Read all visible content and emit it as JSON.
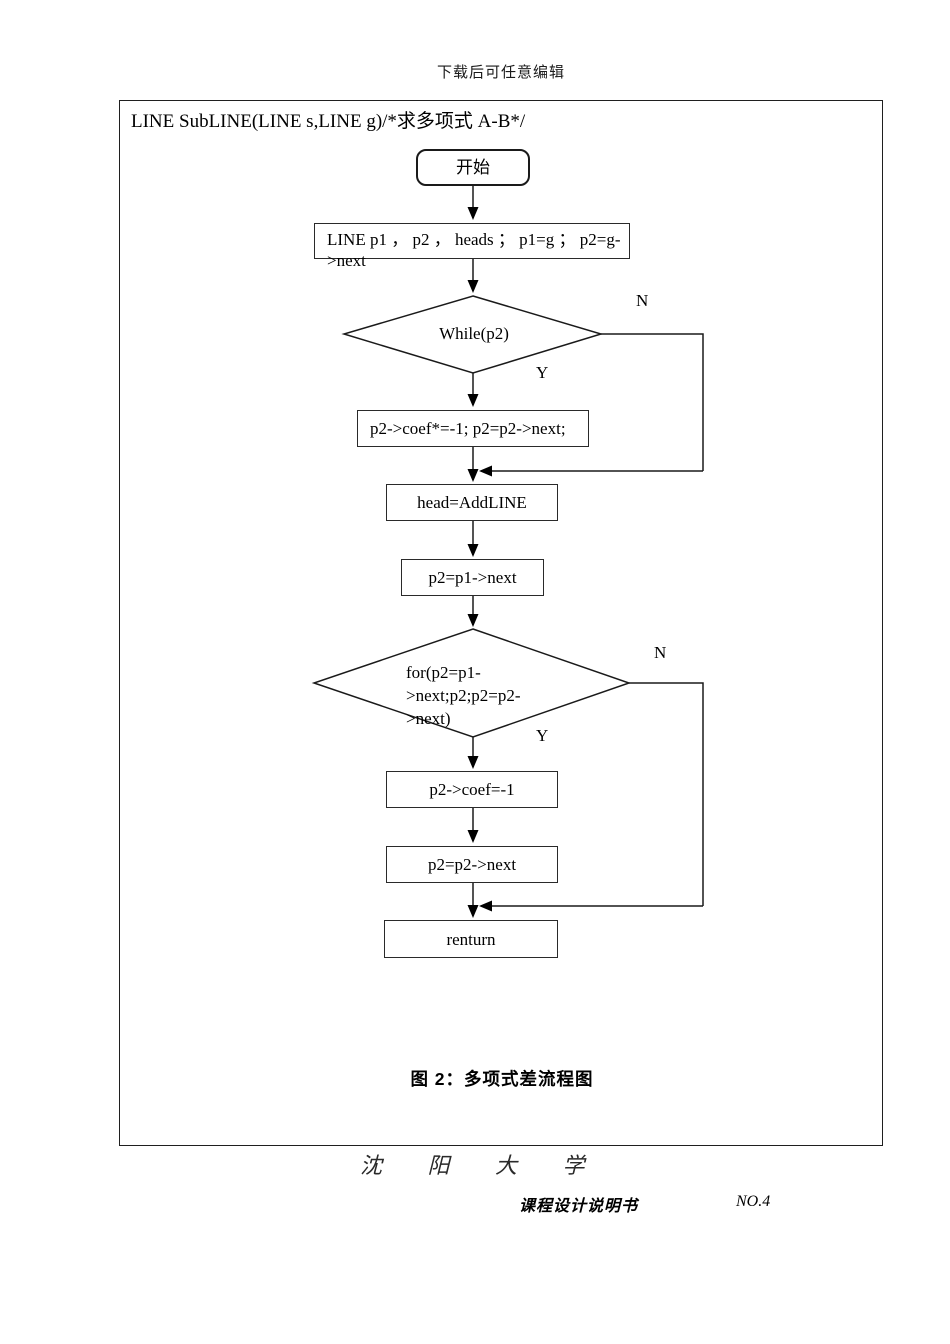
{
  "header": {
    "notice": "下载后可任意编辑"
  },
  "flowchart": {
    "title": "LINE SubLINE(LINE s,LINE g)/*求多项式 A-B*/",
    "caption": "图 2：多项式差流程图",
    "nodes": {
      "start": "开始",
      "init_line1": "LINE p1 ，  p2 ，  heads ；  p1=g ；  p2=g-",
      "init_line2": ">next",
      "while_cond": "While(p2)",
      "negate": "p2->coef*=-1; p2=p2->next;",
      "addline": "head=AddLINE",
      "p2_assign": "p2=p1->next",
      "for_line1": "for(p2=p1-",
      "for_line2": ">next;p2;p2=p2-",
      "for_line3": ">next)",
      "coef": "p2->coef=-1",
      "advance": "p2=p2->next",
      "return": "renturn"
    },
    "branch_labels": {
      "while_n": "N",
      "while_y": "Y",
      "for_n": "N",
      "for_y": "Y"
    }
  },
  "footer": {
    "university": "沈 阳 大 学",
    "doc_name": "课程设计说明书",
    "page_no": "NO.4"
  }
}
